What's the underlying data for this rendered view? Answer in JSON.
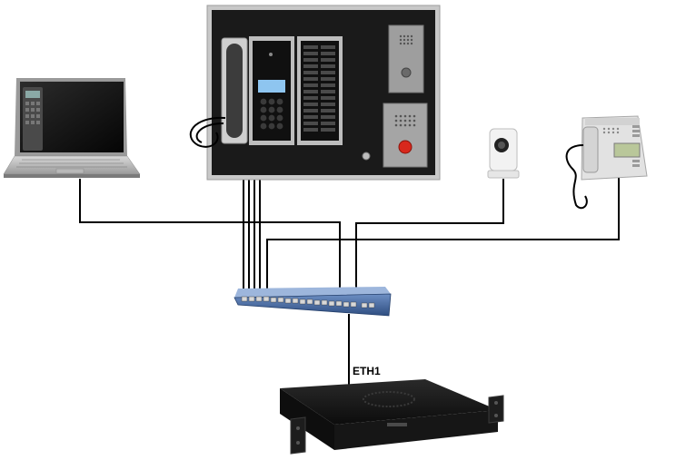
{
  "diagram": {
    "connection_label": "ETH1",
    "devices": [
      {
        "id": "laptop",
        "icon": "laptop-icon"
      },
      {
        "id": "intercom-panel",
        "icon": "intercom-panel-icon"
      },
      {
        "id": "ip-camera",
        "icon": "camera-icon"
      },
      {
        "id": "desk-master-station",
        "icon": "desk-phone-icon"
      },
      {
        "id": "network-switch",
        "icon": "switch-icon"
      },
      {
        "id": "rack-server",
        "icon": "server-icon"
      }
    ],
    "colors": {
      "cable": "#000000",
      "panel_frame": "#c9c9c9",
      "panel_inner": "#1a1a1a",
      "switch_body": "#3a5f9a",
      "server_body": "#151515",
      "call_button": "#d8281c"
    }
  }
}
